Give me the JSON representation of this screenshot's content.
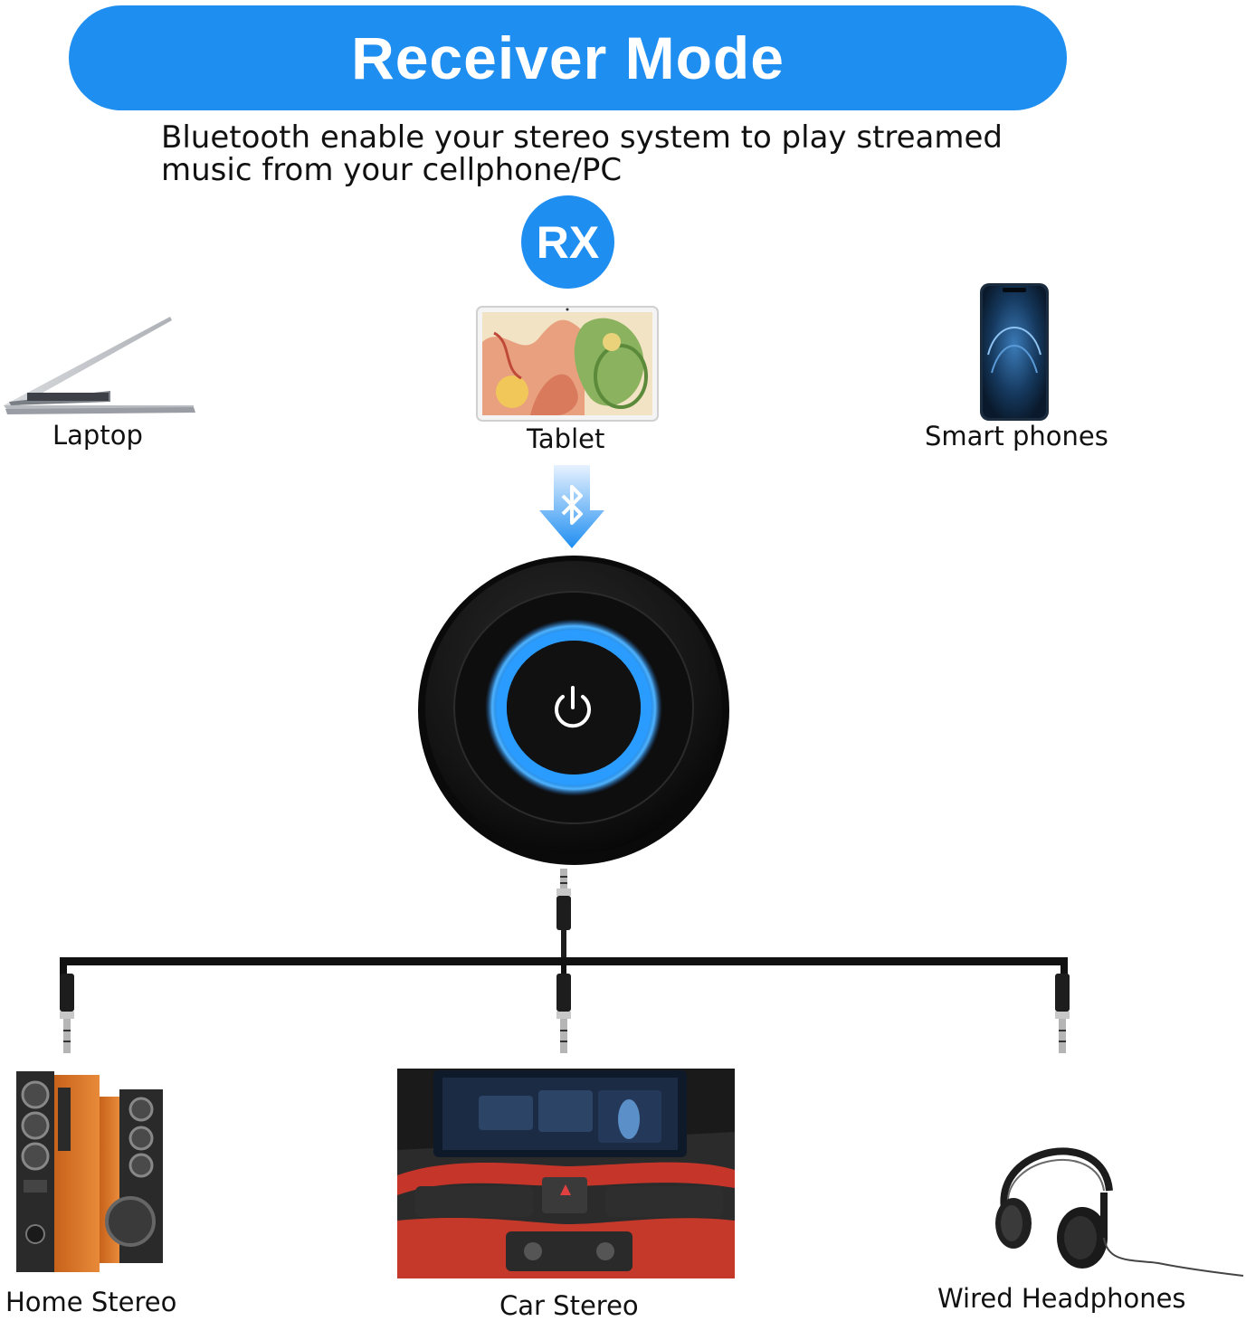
{
  "header": {
    "title": "Receiver Mode",
    "subtitle_lines": [
      "Bluetooth enable your stereo system to play streamed",
      "music from your cellphone/PC"
    ]
  },
  "mode_badge": "RX",
  "sources": [
    {
      "label": "Laptop",
      "icon": "laptop-icon"
    },
    {
      "label": "Tablet",
      "icon": "tablet-icon"
    },
    {
      "label": "Smart phones",
      "icon": "smartphone-icon"
    }
  ],
  "outputs": [
    {
      "label": "Home Stereo",
      "icon": "speaker-icon"
    },
    {
      "label": "Car Stereo",
      "icon": "car-dashboard-icon"
    },
    {
      "label": "Wired Headphones",
      "icon": "headphones-icon"
    }
  ],
  "colors": {
    "accent": "#1f8ef1",
    "device_body": "#141414",
    "ring_glow": "#2a9bff"
  }
}
